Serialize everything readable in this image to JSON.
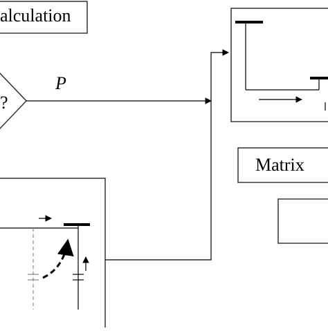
{
  "labels": {
    "calculation": "alculation",
    "variable_p": "P",
    "question": "?",
    "matrix": "Matrix"
  },
  "colors": {
    "ink": "#000000",
    "box_stroke": "#333333",
    "dashed": "#888888",
    "background": "#ffffff"
  }
}
